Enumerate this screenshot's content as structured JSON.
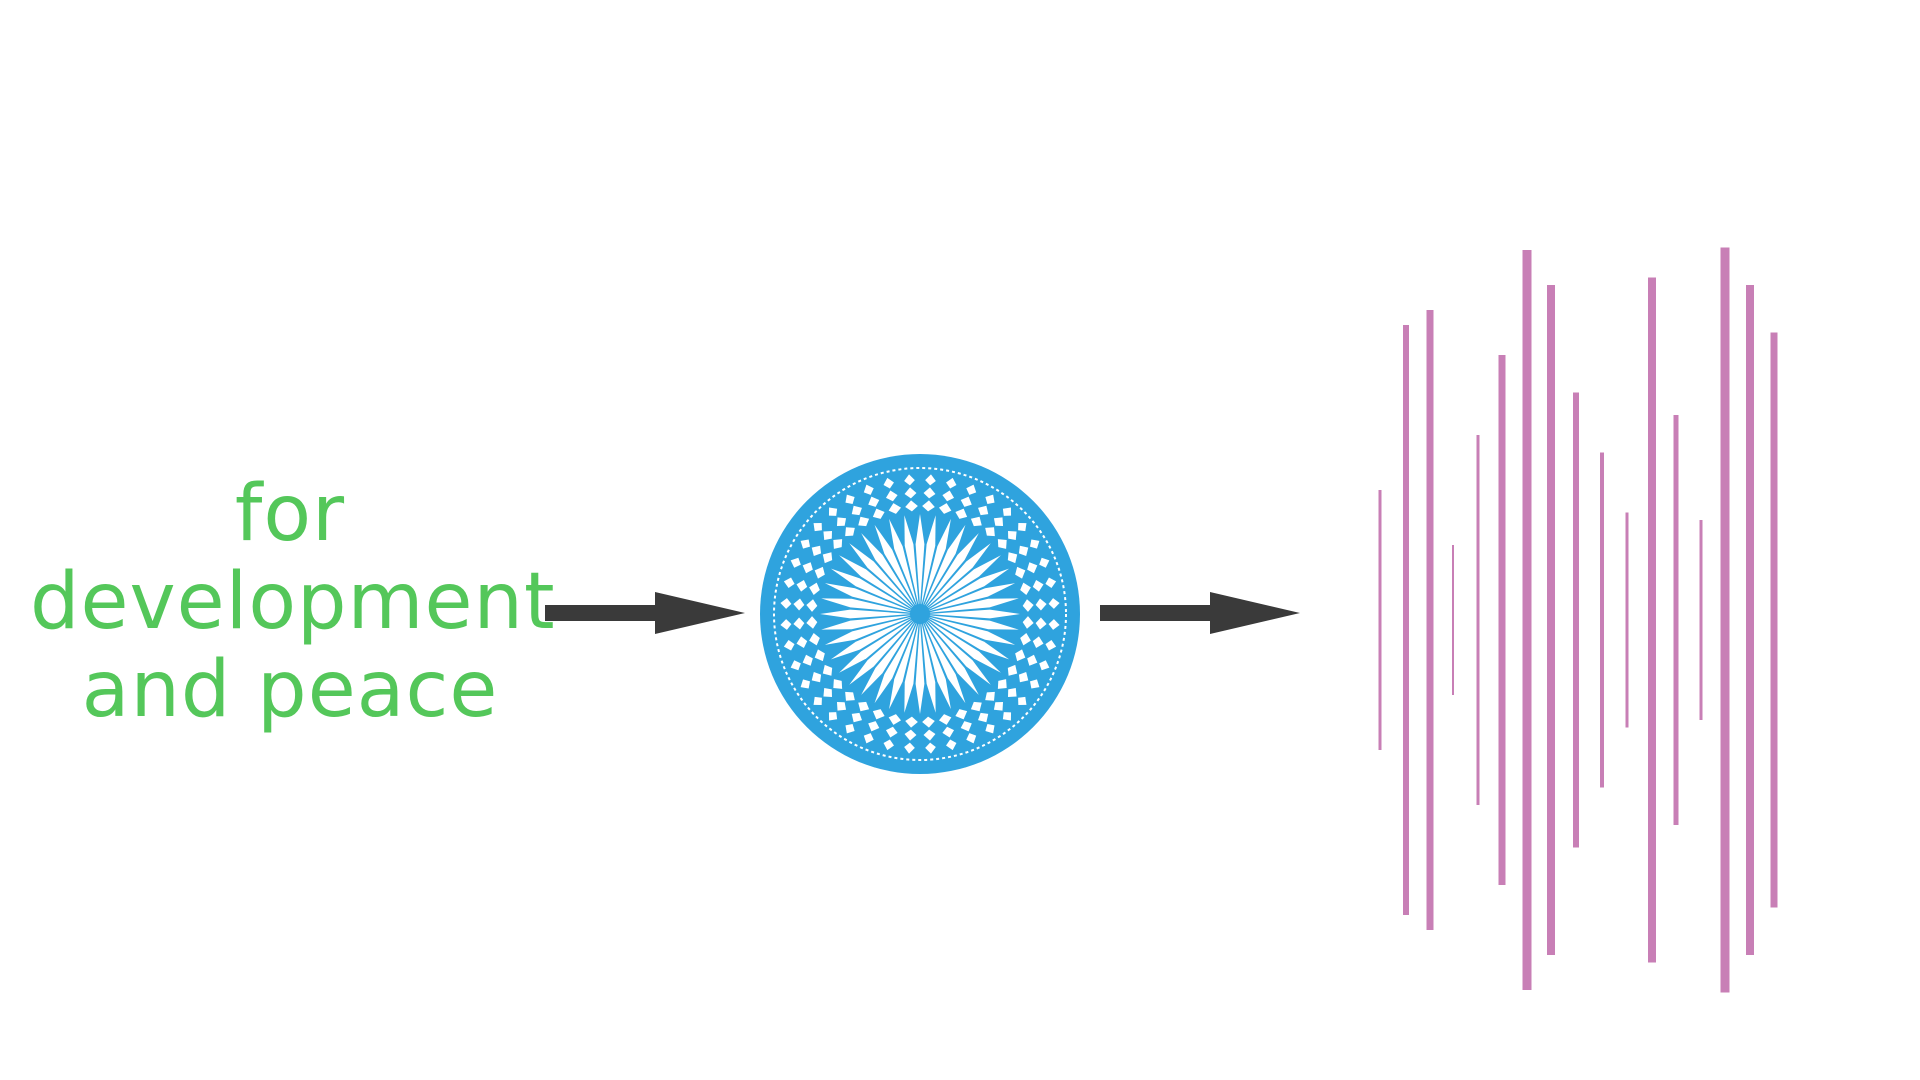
{
  "caption": {
    "lines": [
      "for",
      "development",
      "and peace"
    ],
    "color": "#54c75a"
  },
  "colors": {
    "background": "#ffffff",
    "arrow": "#3a3a3a",
    "emblem": "#2fa3de",
    "emblem_pattern": "#ffffff",
    "bars": "#c87fb6"
  },
  "icons": {
    "left_arrow": "right-arrow-icon",
    "emblem": "radial-starburst-emblem-icon",
    "right_arrow": "right-arrow-icon",
    "bars": "vertical-bars-waveform-icon"
  }
}
